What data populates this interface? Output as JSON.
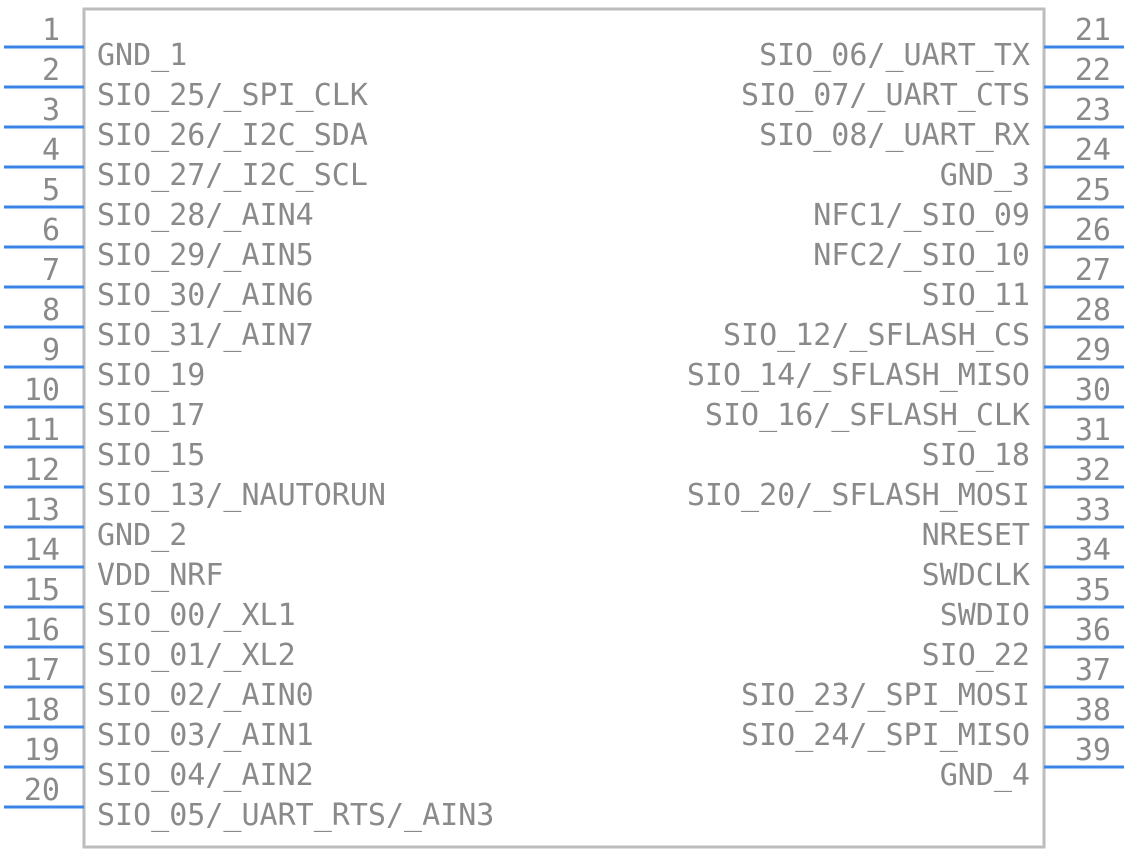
{
  "colors": {
    "pin": "#3a86e8",
    "body": "#bdbdbd",
    "text": "#8a8a8a",
    "background": "#ffffff"
  },
  "left_pins": [
    {
      "num": "1",
      "label": "GND_1"
    },
    {
      "num": "2",
      "label": "SIO_25/_SPI_CLK"
    },
    {
      "num": "3",
      "label": "SIO_26/_I2C_SDA"
    },
    {
      "num": "4",
      "label": "SIO_27/_I2C_SCL"
    },
    {
      "num": "5",
      "label": "SIO_28/_AIN4"
    },
    {
      "num": "6",
      "label": "SIO_29/_AIN5"
    },
    {
      "num": "7",
      "label": "SIO_30/_AIN6"
    },
    {
      "num": "8",
      "label": "SIO_31/_AIN7"
    },
    {
      "num": "9",
      "label": "SIO_19"
    },
    {
      "num": "10",
      "label": "SIO_17"
    },
    {
      "num": "11",
      "label": "SIO_15"
    },
    {
      "num": "12",
      "label": "SIO_13/_NAUTORUN"
    },
    {
      "num": "13",
      "label": "GND_2"
    },
    {
      "num": "14",
      "label": "VDD_NRF"
    },
    {
      "num": "15",
      "label": "SIO_00/_XL1"
    },
    {
      "num": "16",
      "label": "SIO_01/_XL2"
    },
    {
      "num": "17",
      "label": "SIO_02/_AIN0"
    },
    {
      "num": "18",
      "label": "SIO_03/_AIN1"
    },
    {
      "num": "19",
      "label": "SIO_04/_AIN2"
    },
    {
      "num": "20",
      "label": "SIO_05/_UART_RTS/_AIN3"
    }
  ],
  "right_pins": [
    {
      "num": "21",
      "label": "SIO_06/_UART_TX"
    },
    {
      "num": "22",
      "label": "SIO_07/_UART_CTS"
    },
    {
      "num": "23",
      "label": "SIO_08/_UART_RX"
    },
    {
      "num": "24",
      "label": "GND_3"
    },
    {
      "num": "25",
      "label": "NFC1/_SIO_09"
    },
    {
      "num": "26",
      "label": "NFC2/_SIO_10"
    },
    {
      "num": "27",
      "label": "SIO_11"
    },
    {
      "num": "28",
      "label": "SIO_12/_SFLASH_CS"
    },
    {
      "num": "29",
      "label": "SIO_14/_SFLASH_MISO"
    },
    {
      "num": "30",
      "label": "SIO_16/_SFLASH_CLK"
    },
    {
      "num": "31",
      "label": "SIO_18"
    },
    {
      "num": "32",
      "label": "SIO_20/_SFLASH_MOSI"
    },
    {
      "num": "33",
      "label": "NRESET"
    },
    {
      "num": "34",
      "label": "SWDCLK"
    },
    {
      "num": "35",
      "label": "SWDIO"
    },
    {
      "num": "36",
      "label": "SIO_22"
    },
    {
      "num": "37",
      "label": "SIO_23/_SPI_MOSI"
    },
    {
      "num": "38",
      "label": "SIO_24/_SPI_MISO"
    },
    {
      "num": "39",
      "label": "GND_4"
    }
  ]
}
